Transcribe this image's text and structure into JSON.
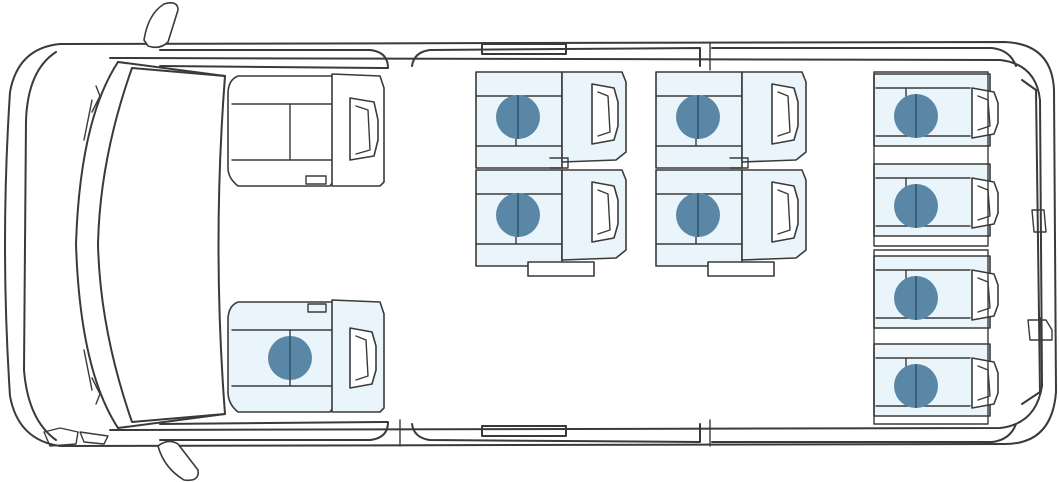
{
  "colors": {
    "seat_fill": "#eaf4fb",
    "occupied_marker": "#5b87a6",
    "outline": "#3a3a3a",
    "background": "#ffffff"
  },
  "icons": {
    "seat": "seat-icon",
    "occupied": "occupied-seat-marker",
    "mirror": "side-mirror-icon"
  },
  "seats": [
    {
      "id": "driver",
      "occupied": false
    },
    {
      "id": "front-passenger",
      "occupied": true
    },
    {
      "id": "row2-left",
      "occupied": true
    },
    {
      "id": "row2-right",
      "occupied": true
    },
    {
      "id": "row3-left",
      "occupied": true
    },
    {
      "id": "row3-right",
      "occupied": true
    },
    {
      "id": "row4-seat1",
      "occupied": true
    },
    {
      "id": "row4-seat2",
      "occupied": true
    },
    {
      "id": "row4-seat3",
      "occupied": true
    },
    {
      "id": "row4-seat4",
      "occupied": true
    }
  ]
}
